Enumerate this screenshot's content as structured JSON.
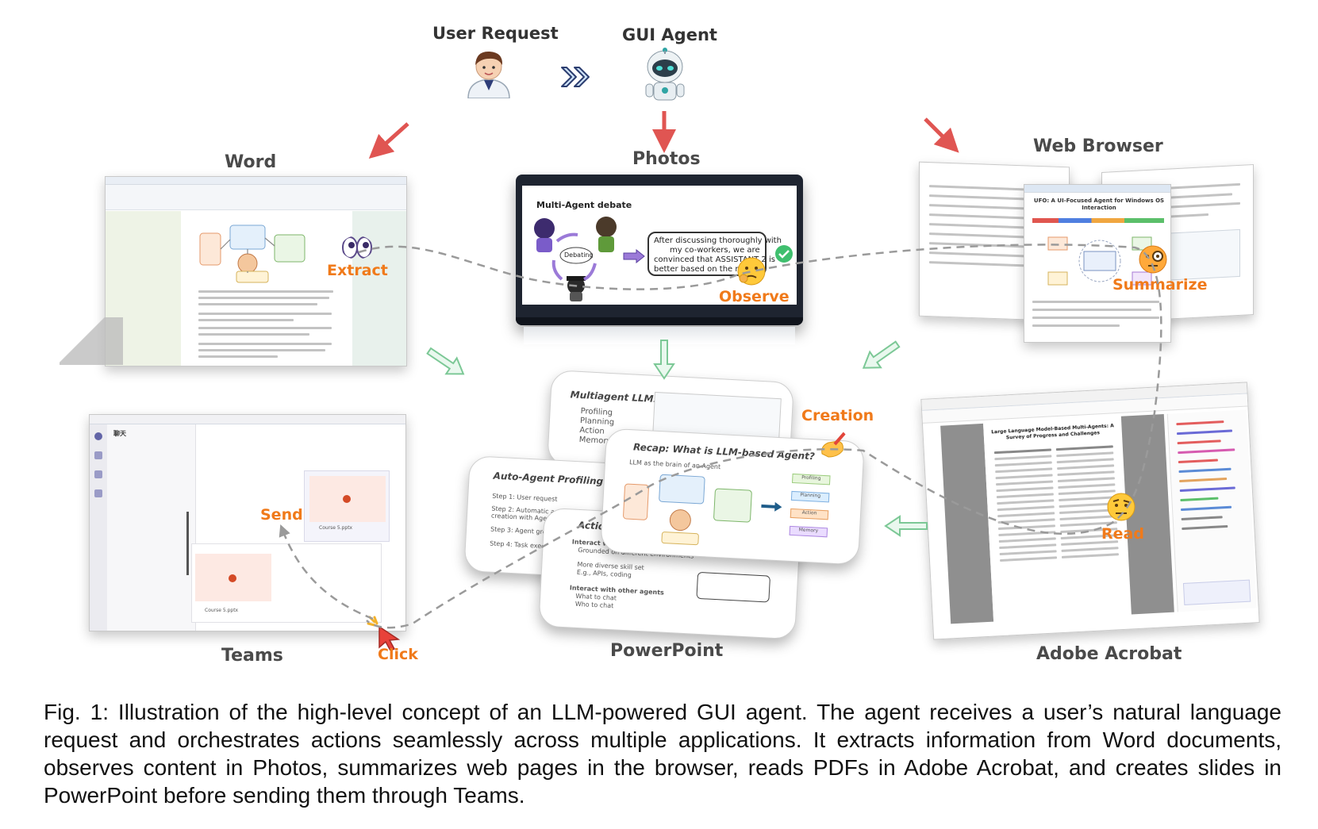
{
  "top": {
    "user_request": "User Request",
    "gui_agent": "GUI Agent"
  },
  "apps": {
    "word": "Word",
    "photos": "Photos",
    "web_browser": "Web Browser",
    "teams": "Teams",
    "powerpoint": "PowerPoint",
    "adobe_acrobat": "Adobe Acrobat"
  },
  "actions": {
    "extract": "Extract",
    "observe": "Observe",
    "summarize": "Summarize",
    "creation": "Creation",
    "read": "Read",
    "send": "Send",
    "click": "Click"
  },
  "photos_content": {
    "debate_title": "Multi-Agent debate",
    "debating": "Debating",
    "bubble_line1": "After discussing thoroughly with",
    "bubble_line2": "my co-workers, we are",
    "bubble_line3": "convinced that ASSISTANT 2 is",
    "bubble_line4": "better based on the reason"
  },
  "browser_content": {
    "paper_title": "UFO: A UI-Focused Agent for Windows OS Interaction"
  },
  "slides": {
    "s1_title": "Multiagent LLMs",
    "s1_items": [
      "Profiling",
      "Planning",
      "Action",
      "Memory"
    ],
    "s2_title": "Recap: What is LLM-based Agent?",
    "s2_sub": "LLM as the brain of an Agent",
    "s2_tags": [
      "Profiling",
      "Planning",
      "Action",
      "Memory"
    ],
    "s3_title": "Auto-Agent Profiling",
    "s3_steps": [
      "Step 1: User request",
      "Step 2: Automatic agent creation with AgentBuilder",
      "Step 3: Agent group chat",
      "Step 4: Task execution"
    ],
    "s4_title": "Action",
    "s4_items": [
      "Interact with environments",
      "Grounded on different environments",
      "More diverse skill set",
      "E.g., APIs, coding",
      "Interact with other agents",
      "What to chat",
      "Who to chat"
    ]
  },
  "acrobat_content": {
    "paper_title": "Large Language Model-Based Multi-Agents: A Survey of Progress and Challenges"
  },
  "teams_content": {
    "chat_title": "聊天",
    "file_name": "Course 5.pptx"
  },
  "caption": "Fig. 1: Illustration of the high-level concept of an LLM-powered GUI agent. The agent receives a user’s natural language request and orchestrates actions seamlessly across multiple applications. It extracts information from Word documents, observes content in Photos, summarizes web pages in the browser, reads PDFs in Adobe Acrobat, and creates slides in PowerPoint before sending them through Teams.",
  "colors": {
    "red_arrow": "#e05552",
    "green_arrow": "#8fd6a8",
    "action_orange": "#f07a1a",
    "dashed_path": "#9a9a9a",
    "robot_teal": "#2fa4a4"
  }
}
